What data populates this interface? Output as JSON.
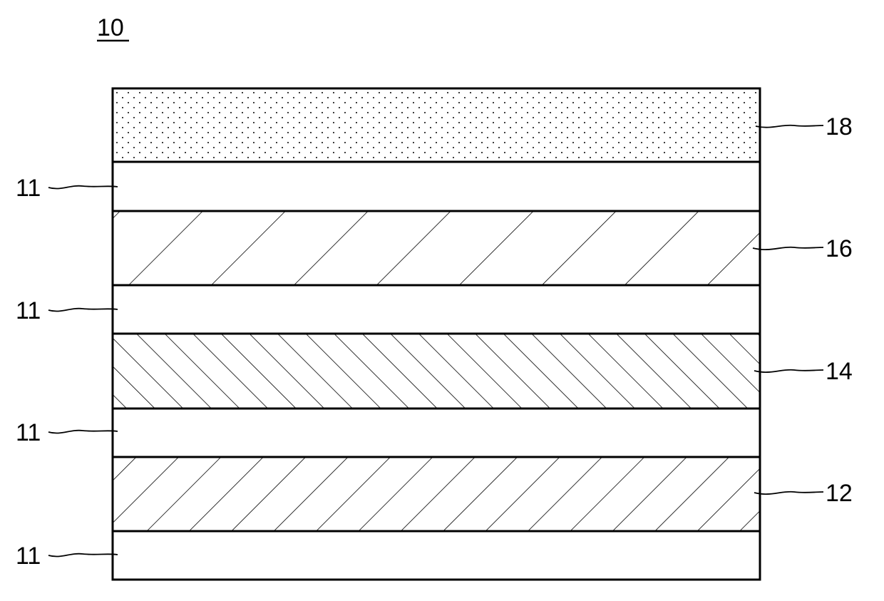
{
  "figure": {
    "number": "10",
    "layers": [
      {
        "name": "layer-18",
        "label": "18",
        "pattern": "dots"
      },
      {
        "name": "layer-11-a",
        "label": "11",
        "pattern": "none"
      },
      {
        "name": "layer-16",
        "label": "16",
        "pattern": "hatch-wide"
      },
      {
        "name": "layer-11-b",
        "label": "11",
        "pattern": "none"
      },
      {
        "name": "layer-14",
        "label": "14",
        "pattern": "hatch-fine"
      },
      {
        "name": "layer-11-c",
        "label": "11",
        "pattern": "none"
      },
      {
        "name": "layer-12",
        "label": "12",
        "pattern": "hatch-medium"
      },
      {
        "name": "layer-11-d",
        "label": "11",
        "pattern": "none"
      }
    ]
  },
  "colors": {
    "ink": "#000000",
    "background": "#ffffff"
  }
}
